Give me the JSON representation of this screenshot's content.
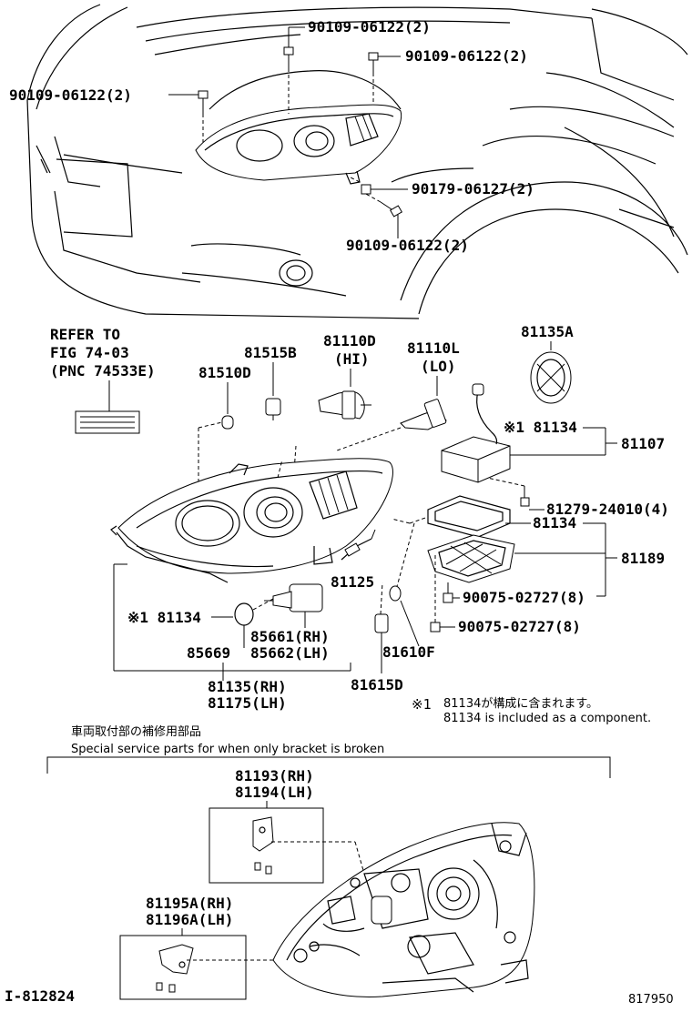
{
  "parts": {
    "bolt_top1": "90109-06122(2)",
    "bolt_top2": "90109-06122(2)",
    "bolt_left": "90109-06122(2)",
    "nut_right": "90179-06127(2)",
    "bolt_right": "90109-06122(2)",
    "refer_line1": "REFER TO",
    "refer_line2": "FIG 74-03",
    "refer_line3": "(PNC 74533E)",
    "p81515B": "81515B",
    "p81510D": "81510D",
    "p81110D": "81110D",
    "p81110D_sub": "(HI)",
    "p81110L": "81110L",
    "p81110L_sub": "(LO)",
    "p81135A": "81135A",
    "p81134_star": "※1 81134",
    "p81107": "81107",
    "p81279": "81279-24010(4)",
    "p81134_b": "81134",
    "p81189": "81189",
    "p81125": "81125",
    "p90075_a": "90075-02727(8)",
    "p90075_b": "90075-02727(8)",
    "p81134_left": "※1 81134",
    "p85661": "85661(RH)",
    "p85662": "85662(LH)",
    "p85669": "85669",
    "p81610F": "81610F",
    "p81615D": "81615D",
    "p81135": "81135(RH)",
    "p81175": "81175(LH)"
  },
  "notes": {
    "star_mark": "※1",
    "star_jp": "81134が構成に含まれます。",
    "star_en": "81134 is included as a component.",
    "section_jp": "車両取付部の補修用部品",
    "section_en": "Special service parts for when only bracket is broken"
  },
  "brackets": {
    "p81193": "81193(RH)",
    "p81194": "81194(LH)",
    "p81195A": "81195A(RH)",
    "p81196A": "81196A(LH)"
  },
  "footer": {
    "fig_id": "I-812824",
    "ref_no": "817950"
  }
}
